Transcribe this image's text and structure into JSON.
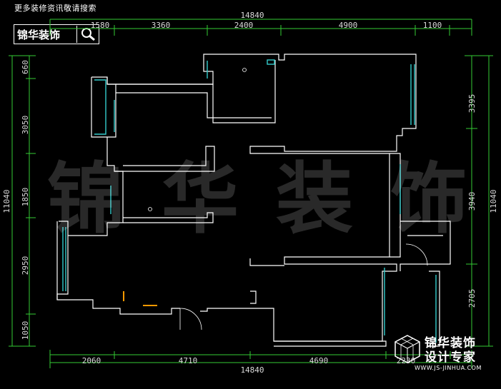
{
  "header_note": "更多装修资讯敬请搜索",
  "logo": {
    "text": "锦华装饰",
    "icon": "search-icon"
  },
  "watermark": [
    "锦",
    "华",
    "装",
    "饰"
  ],
  "brand": {
    "line1": "锦华装饰",
    "line2": "设计专家",
    "url": "WWW.JS-JINHUA.COM",
    "icon": "cube-logo-icon"
  },
  "dimensions": {
    "top_total": "14840",
    "top_segments": [
      "1580",
      "3360",
      "2400",
      "4900",
      "1100"
    ],
    "bottom_total": "14840",
    "bottom_segments": [
      "2060",
      "4710",
      "4690",
      "2230"
    ],
    "left_total": "11040",
    "left_segments": [
      "660",
      "3050",
      "1850",
      "2950",
      "1050"
    ],
    "right_total": "11040",
    "right_segments": [
      "3395",
      "3940",
      "2705"
    ]
  },
  "colors": {
    "background": "#000000",
    "dimension_lines": "#33cc33",
    "walls": "#ffffff",
    "windows": "#33cccc",
    "fixtures": "#ff9900"
  }
}
